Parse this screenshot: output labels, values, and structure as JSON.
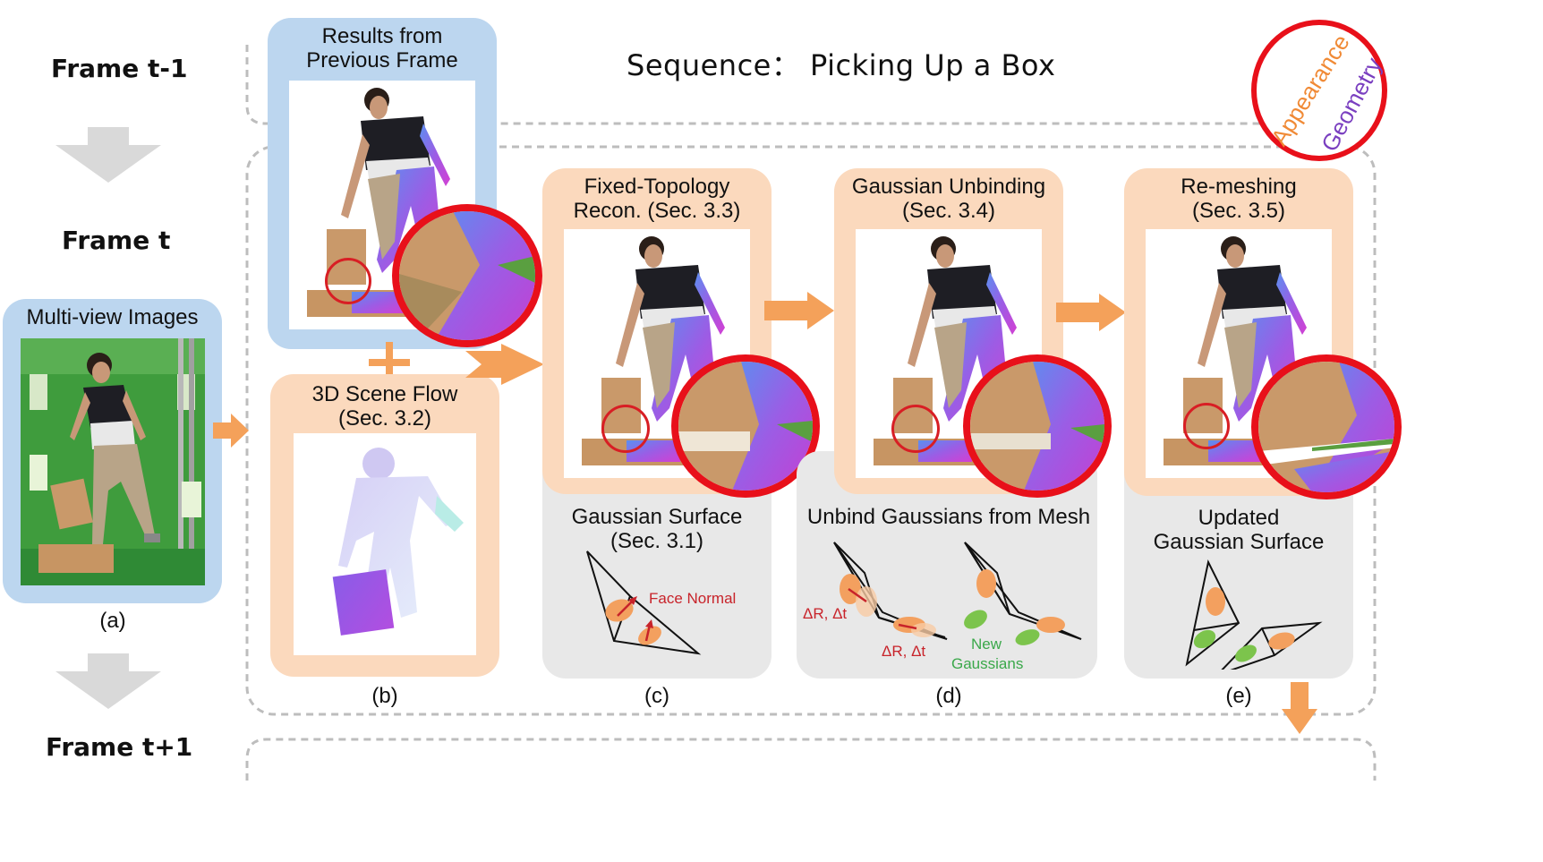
{
  "frames": {
    "prev": "Frame t-1",
    "curr": "Frame t",
    "next": "Frame t+1"
  },
  "sequence_title": "Sequence： Picking Up a Box",
  "badge": {
    "appearance": "Appearance",
    "geometry": "Geometry"
  },
  "panel_a": {
    "title": "Multi-view Images",
    "caption": "(a)"
  },
  "panel_prev": {
    "title_line1": "Results from",
    "title_line2": "Previous Frame"
  },
  "panel_b": {
    "title_line1": "3D Scene Flow",
    "title_line2": "(Sec. 3.2)",
    "caption": "(b)"
  },
  "panel_c": {
    "title_line1": "Fixed-Topology",
    "title_line2": "Recon. (Sec. 3.3)",
    "sub_line1": "Gaussian Surface",
    "sub_line2": "(Sec. 3.1)",
    "face_normal": "Face Normal",
    "caption": "(c)"
  },
  "panel_d": {
    "title_line1": "Gaussian Unbinding",
    "title_line2": "(Sec. 3.4)",
    "sub_line1": "Unbind Gaussians from Mesh",
    "delta1": "ΔR, Δt",
    "delta2": "ΔR, Δt",
    "new_line1": "New",
    "new_line2": "Gaussians",
    "caption": "(d)"
  },
  "panel_e": {
    "title_line1": "Re-meshing",
    "title_line2": "(Sec. 3.5)",
    "sub_line1": "Updated",
    "sub_line2": "Gaussian Surface",
    "caption": "(e)"
  },
  "colors": {
    "arrow_orange": "#f4a15a",
    "zoom_red": "#e8101a",
    "gaussian_orange": "#f3a05f",
    "gaussian_green": "#7cc44c",
    "label_red": "#c8232a",
    "label_green": "#3aa84a"
  }
}
